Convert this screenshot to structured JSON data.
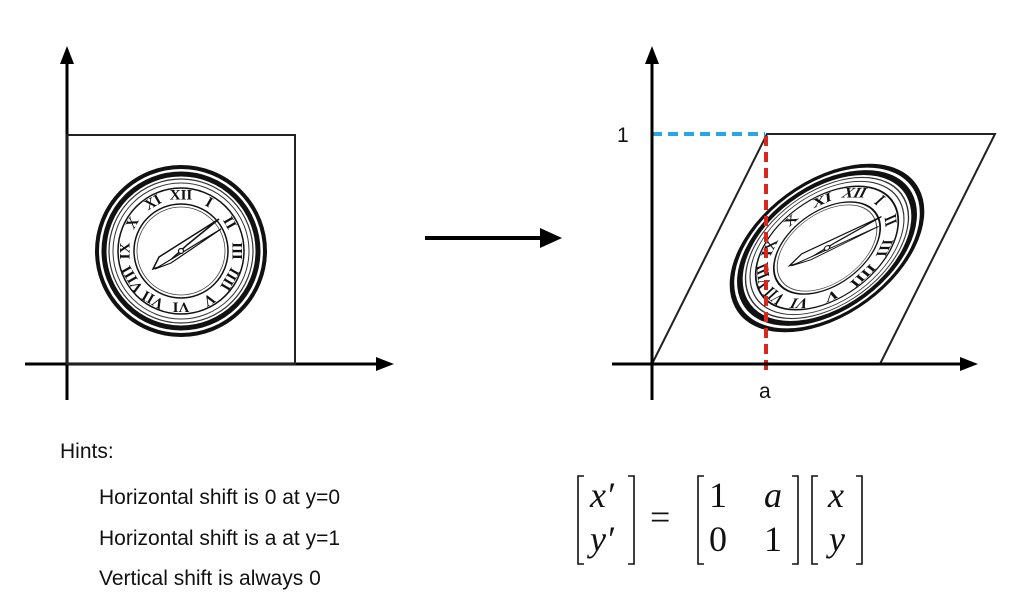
{
  "labels": {
    "y_tick": "1",
    "x_tick": "a"
  },
  "hints": {
    "title": "Hints:",
    "items": [
      "Horizontal shift is 0 at y=0",
      "Horizontal shift is a at y=1",
      "Vertical shift is always 0"
    ]
  },
  "equation": {
    "lhs": [
      "x′",
      "y′"
    ],
    "equals": "=",
    "matrix": [
      [
        "1",
        "a"
      ],
      [
        "0",
        "1"
      ]
    ],
    "rhs": [
      "x",
      "y"
    ]
  },
  "roman_numerals": [
    "XII",
    "I",
    "II",
    "III",
    "IIII",
    "V",
    "VI",
    "VII",
    "VIII",
    "IX",
    "X",
    "XI"
  ],
  "colors": {
    "axis": "#000000",
    "blue_dash": "#2aa6e8",
    "red_dash": "#d8261c",
    "stroke": "#222222"
  }
}
